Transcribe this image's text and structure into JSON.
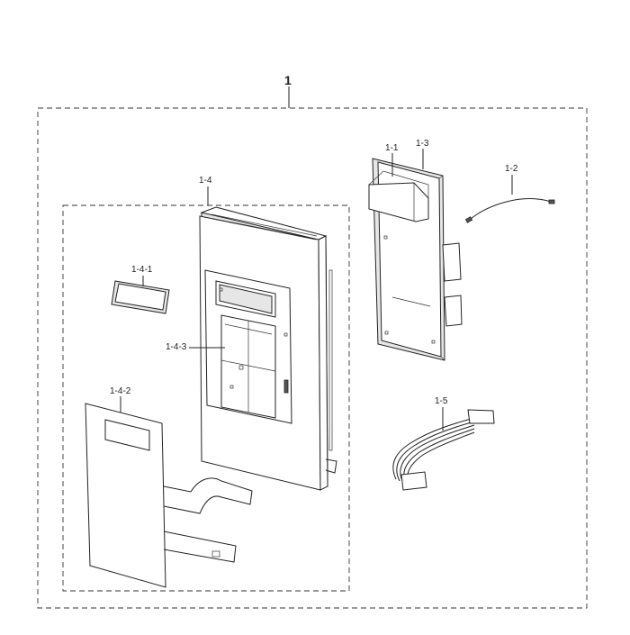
{
  "labels": {
    "assembly": "1",
    "pcb_cover": "1-1",
    "cable": "1-2",
    "pcb": "1-3",
    "door_frame": "1-4",
    "window": "1-4-1",
    "panel_sheet": "1-4-2",
    "key_pad": "1-4-3",
    "wire_harness": "1-5"
  }
}
